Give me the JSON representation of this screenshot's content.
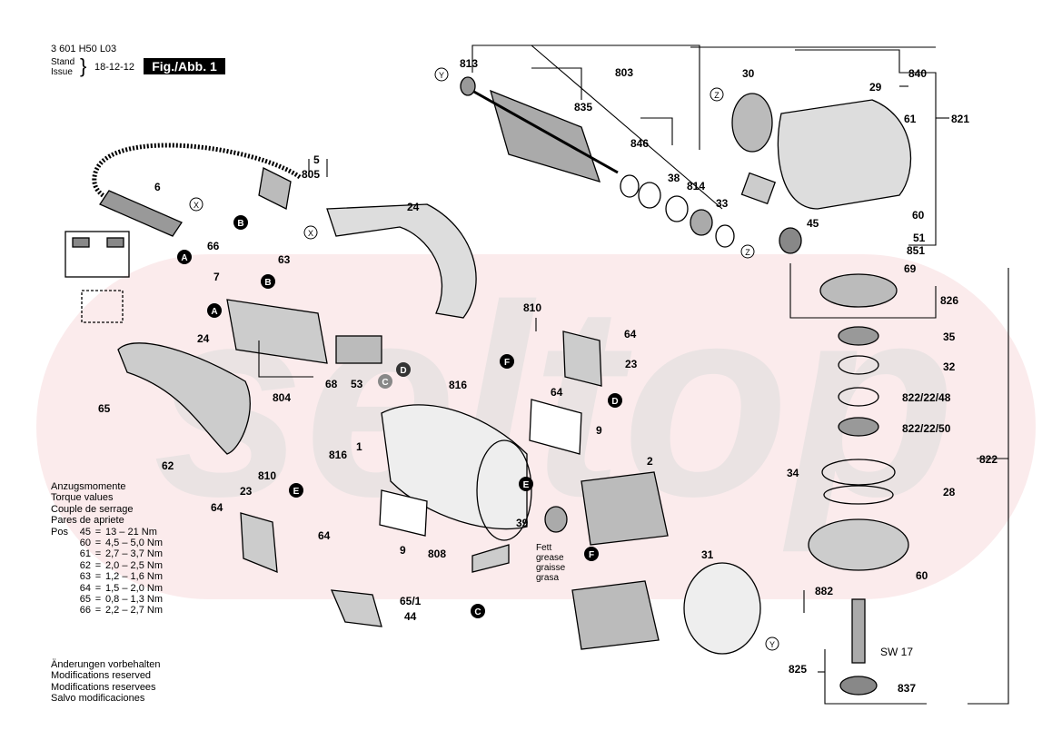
{
  "header": {
    "doc_number": "3 601 H50 L03",
    "stand_label": "Stand",
    "issue_label": "Issue",
    "date": "18-12-12",
    "figure_label": "Fig./Abb. 1"
  },
  "watermark": "seltop",
  "torque": {
    "title_lines": [
      "Anzugsmomente",
      "Torque values",
      "Couple de serrage",
      "Pares de apriete"
    ],
    "pos_label": "Pos",
    "rows": [
      {
        "pos": "45",
        "value": "13 – 21 Nm"
      },
      {
        "pos": "60",
        "value": "4,5 – 5,0 Nm"
      },
      {
        "pos": "61",
        "value": "2,7 – 3,7 Nm"
      },
      {
        "pos": "62",
        "value": "2,0 – 2,5 Nm"
      },
      {
        "pos": "63",
        "value": "1,2 – 1,6 Nm"
      },
      {
        "pos": "64",
        "value": "1,5 – 2,0 Nm"
      },
      {
        "pos": "65",
        "value": "0,8 – 1,3 Nm"
      },
      {
        "pos": "66",
        "value": "2,2 – 2,7 Nm"
      }
    ]
  },
  "modifications": [
    "Änderungen vorbehalten",
    "Modifications reserved",
    "Modifications reservees",
    "Salvo modificaciones"
  ],
  "grease_note": [
    "Fett",
    "grease",
    "graisse",
    "grasa"
  ],
  "part_labels": [
    "813",
    "803",
    "835",
    "846",
    "38",
    "814",
    "33",
    "30",
    "840",
    "29",
    "61",
    "821",
    "5",
    "805",
    "6",
    "24",
    "66",
    "63",
    "7",
    "60",
    "51",
    "851",
    "45",
    "69",
    "826",
    "804",
    "68",
    "53",
    "810",
    "64",
    "23",
    "816",
    "9",
    "35",
    "32",
    "822/22/48",
    "822/22/50",
    "1",
    "2",
    "34",
    "28",
    "822",
    "39",
    "808",
    "31",
    "882",
    "44",
    "65/1",
    "825",
    "SW 17",
    "837",
    "65",
    "62"
  ],
  "ref_markers": [
    "A",
    "B",
    "C",
    "D",
    "E",
    "F"
  ],
  "circle_markers": [
    "X",
    "Y",
    "Z"
  ]
}
